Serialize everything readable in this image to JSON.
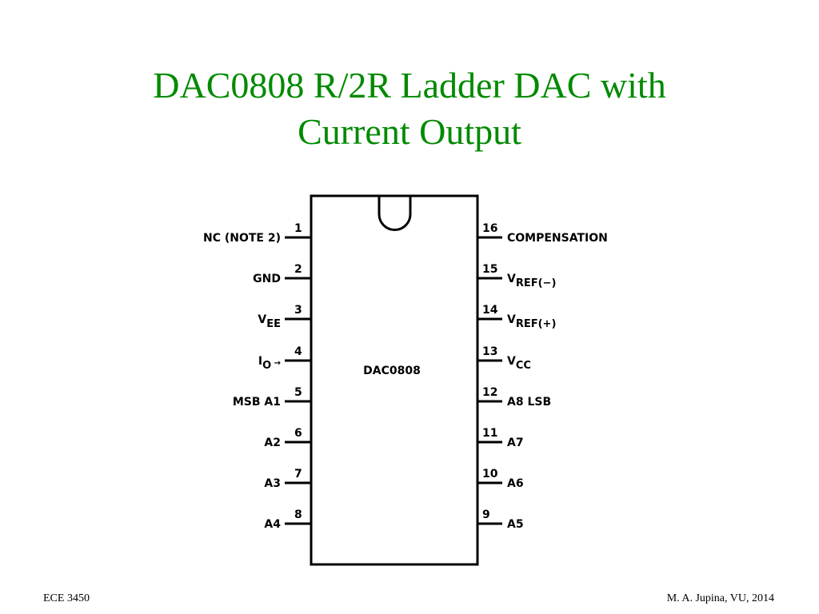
{
  "slide": {
    "title_line1": "DAC0808 R/2R Ladder DAC with",
    "title_line2": "Current Output"
  },
  "chip": {
    "label": "DAC0808",
    "left_pins": [
      {
        "num": "1",
        "parts": [
          {
            "t": "NC (NOTE 2)"
          }
        ]
      },
      {
        "num": "2",
        "parts": [
          {
            "t": "GND"
          }
        ]
      },
      {
        "num": "3",
        "parts": [
          {
            "t": "V"
          },
          {
            "t": "EE",
            "sub": true
          }
        ]
      },
      {
        "num": "4",
        "parts": [
          {
            "t": "I"
          },
          {
            "t": "O",
            "sub": true
          },
          {
            "t": " →",
            "small": true
          }
        ]
      },
      {
        "num": "5",
        "parts": [
          {
            "t": "MSB  A1"
          }
        ]
      },
      {
        "num": "6",
        "parts": [
          {
            "t": "A2"
          }
        ]
      },
      {
        "num": "7",
        "parts": [
          {
            "t": "A3"
          }
        ]
      },
      {
        "num": "8",
        "parts": [
          {
            "t": "A4"
          }
        ]
      }
    ],
    "right_pins": [
      {
        "num": "16",
        "parts": [
          {
            "t": "COMPENSATION"
          }
        ]
      },
      {
        "num": "15",
        "parts": [
          {
            "t": "V"
          },
          {
            "t": "REF(−)",
            "sub": true
          }
        ]
      },
      {
        "num": "14",
        "parts": [
          {
            "t": "V"
          },
          {
            "t": "REF(+)",
            "sub": true
          }
        ]
      },
      {
        "num": "13",
        "parts": [
          {
            "t": "V"
          },
          {
            "t": "CC",
            "sub": true
          }
        ]
      },
      {
        "num": "12",
        "parts": [
          {
            "t": "A8  LSB"
          }
        ]
      },
      {
        "num": "11",
        "parts": [
          {
            "t": "A7"
          }
        ]
      },
      {
        "num": "10",
        "parts": [
          {
            "t": "A6"
          }
        ]
      },
      {
        "num": "9",
        "parts": [
          {
            "t": "A5"
          }
        ]
      }
    ]
  },
  "footer": {
    "left": "ECE 3450",
    "right": "M. A. Jupina, VU, 2014"
  }
}
